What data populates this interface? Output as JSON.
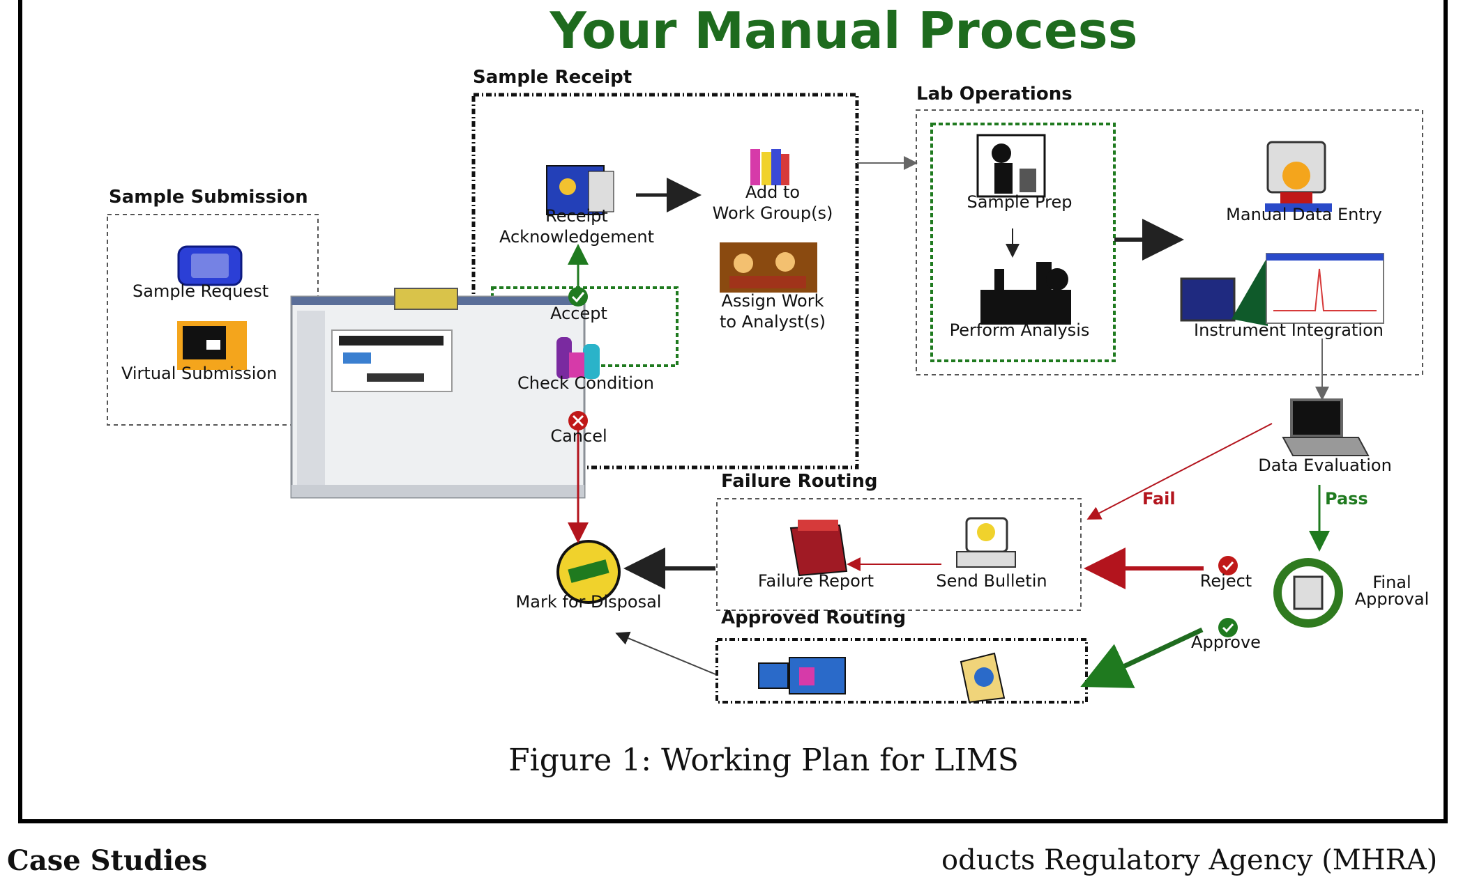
{
  "title": "Your Manual Process",
  "caption": "Figure 1: Working Plan for LIMS",
  "groups": {
    "sample_submission": "Sample Submission",
    "sample_receipt": "Sample Receipt",
    "lab_operations": "Lab Operations",
    "failure_routing": "Failure Routing",
    "approved_routing": "Approved Routing"
  },
  "nodes": {
    "sample_request": "Sample Request",
    "virtual_submission": "Virtual Submission",
    "receipt_line1": "Receipt",
    "receipt_line2": "Acknowledgement",
    "add_line1": "Add to",
    "add_line2": "Work Group(s)",
    "assign_line1": "Assign Work",
    "assign_line2": "to Analyst(s)",
    "accept": "Accept",
    "check_condition": "Check Condition",
    "cancel": "Cancel",
    "sample_prep": "Sample Prep",
    "perform_analysis": "Perform Analysis",
    "manual_data_entry": "Manual Data Entry",
    "instrument_integration": "Instrument Integration",
    "data_evaluation": "Data Evaluation",
    "fail": "Fail",
    "pass": "Pass",
    "failure_report": "Failure Report",
    "send_bulletin": "Send Bulletin",
    "reject": "Reject",
    "approve": "Approve",
    "final_line1": "Final",
    "final_line2": "Approval",
    "mark_for_disposal": "Mark for Disposal"
  },
  "colors": {
    "title_green": "#1e6b1e",
    "fail_red": "#b3141d",
    "pass_green": "#1f7a1f"
  },
  "footer": {
    "left": "Case Studies",
    "right": "oducts Regulatory Agency (MHRA)"
  }
}
